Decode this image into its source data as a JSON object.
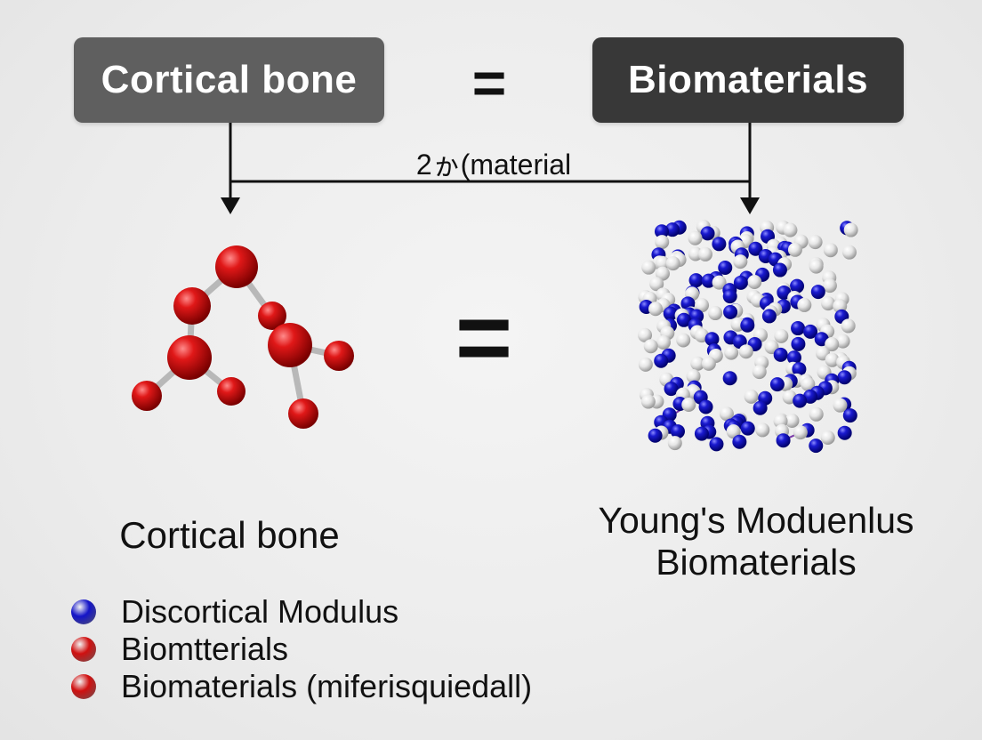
{
  "header": {
    "left_box": {
      "label": "Cortical bone",
      "color": "#5f5f5f"
    },
    "equals_top": "=",
    "right_box": {
      "label": "Biomaterials",
      "color": "#383838"
    }
  },
  "connector": {
    "label": "2ゕ(material"
  },
  "middle": {
    "equals": "="
  },
  "captions": {
    "left": "Cortical bone",
    "right_line1": "Young's Moduenlus",
    "right_line2": "Biomaterials"
  },
  "legend": {
    "items": [
      {
        "label": "Discortical Modulus",
        "color": "#1414c8"
      },
      {
        "label": "Biomtterials",
        "color": "#d01010"
      },
      {
        "label": "Biomaterials (miferisquiedall)",
        "color": "#d01010"
      }
    ]
  },
  "colors": {
    "atom_red": "#d01010",
    "atom_blue": "#1414c8",
    "atom_white": "#e4e4e4",
    "bond_grey": "#b8b8b8"
  }
}
